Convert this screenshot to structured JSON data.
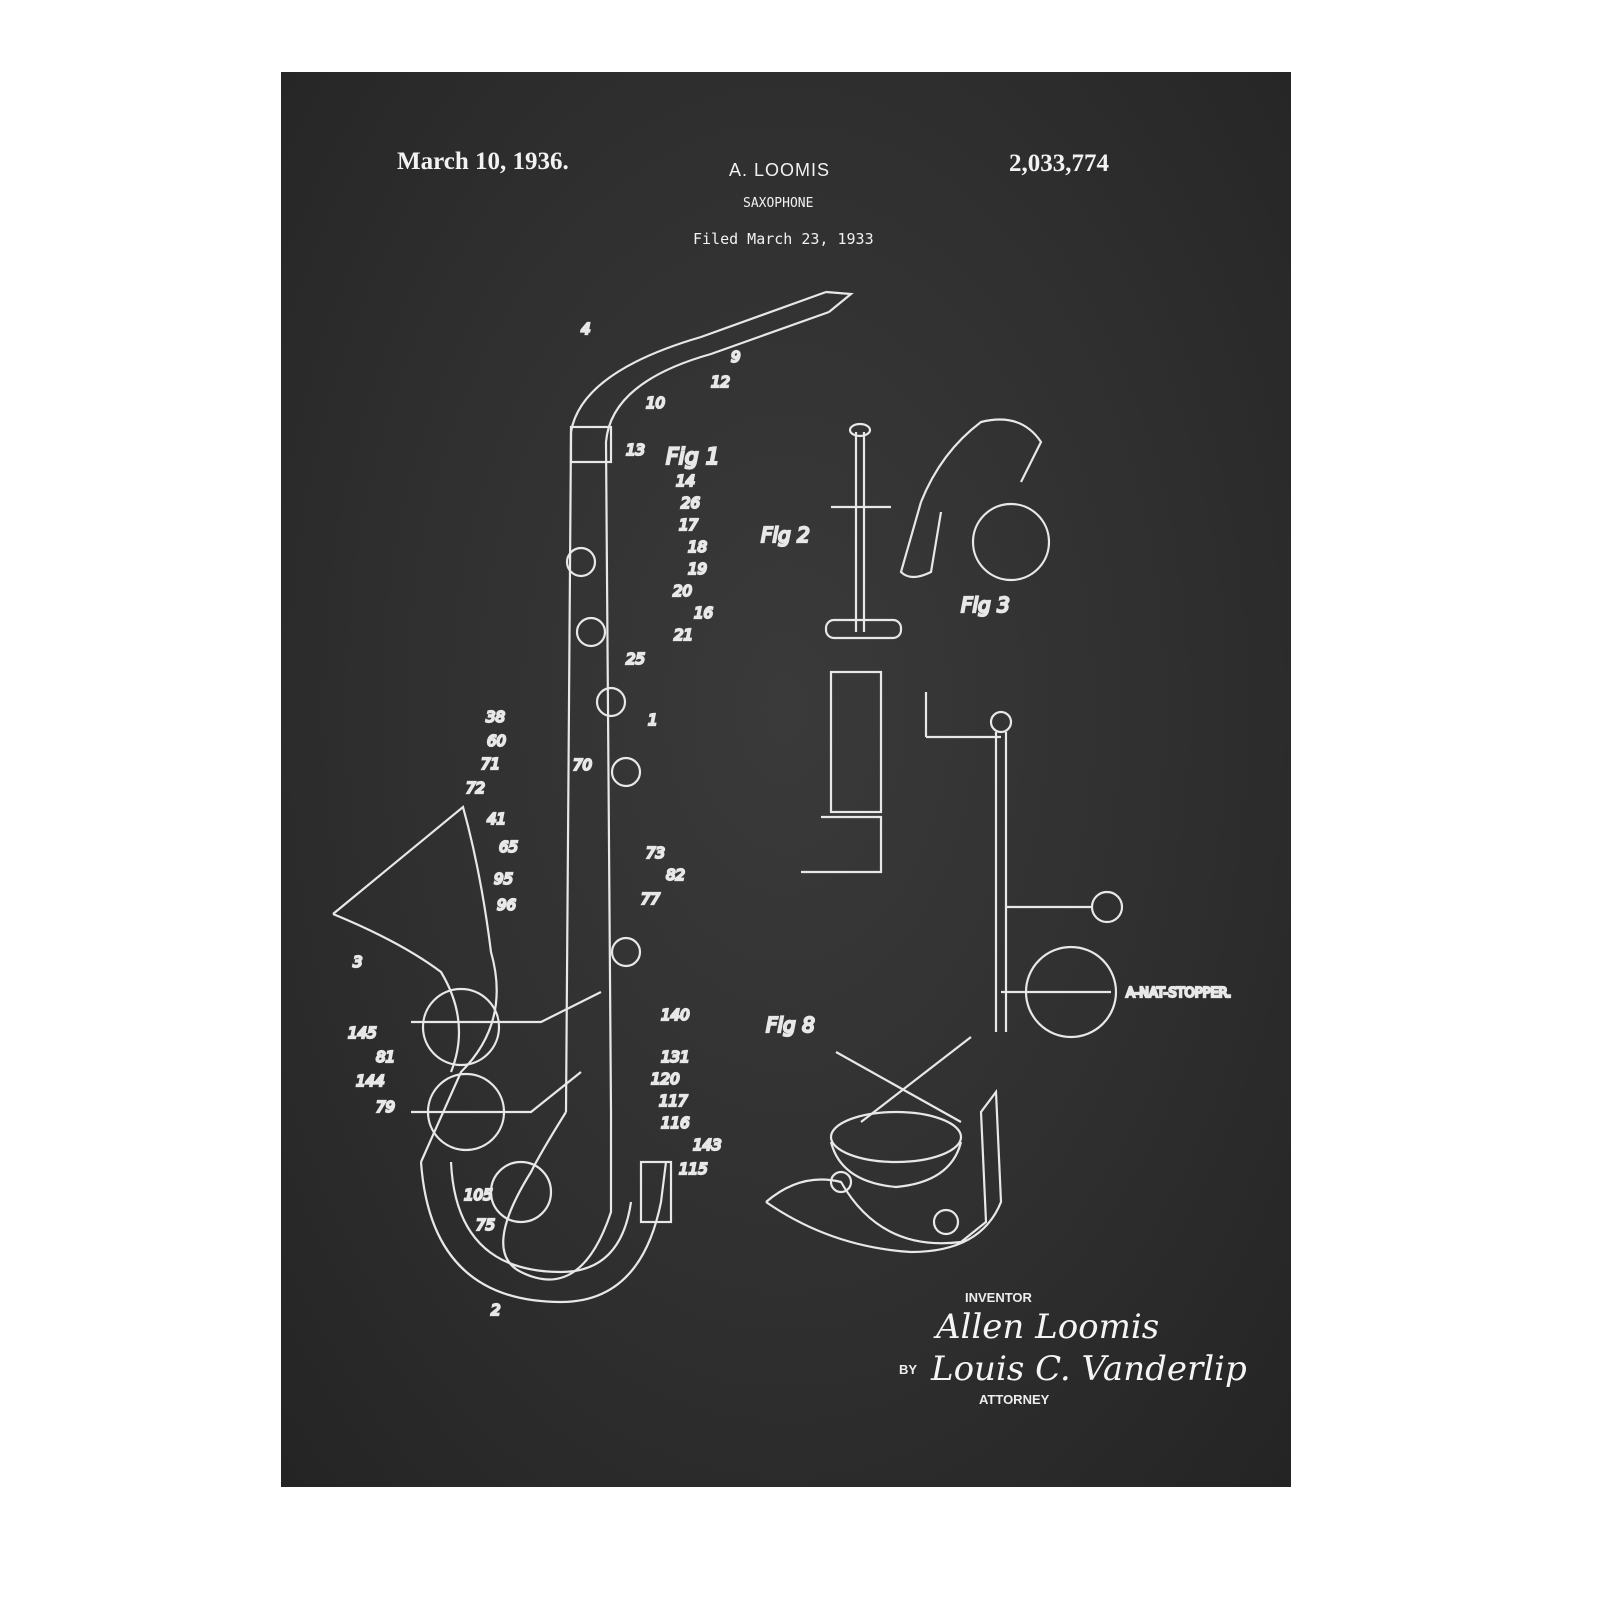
{
  "header": {
    "date": "March 10, 1936.",
    "inventor": "A. LOOMIS",
    "patent_number": "2,033,774",
    "title": "SAXOPHONE",
    "filed": "Filed March 23, 1933"
  },
  "figures": {
    "fig1": "Fig 1",
    "fig2": "Fig 2",
    "fig3": "Fig 3",
    "fig8": "Fig 8",
    "stopper": "A-NAT-STOPPER."
  },
  "numerals": [
    "4",
    "9",
    "12",
    "10",
    "13",
    "14",
    "26",
    "17",
    "18",
    "19",
    "20",
    "16",
    "21",
    "25",
    "1",
    "38",
    "60",
    "71",
    "72",
    "70",
    "41",
    "65",
    "73",
    "82",
    "95",
    "96",
    "77",
    "3",
    "145",
    "81",
    "144",
    "79",
    "140",
    "131",
    "120",
    "117",
    "116",
    "143",
    "115",
    "105",
    "75",
    "2"
  ],
  "signature": {
    "inventor_label": "INVENTOR",
    "inventor_name": "Allen Loomis",
    "by_label": "BY",
    "attorney_name": "Louis C. Vanderlip",
    "attorney_label": "ATTORNEY"
  }
}
